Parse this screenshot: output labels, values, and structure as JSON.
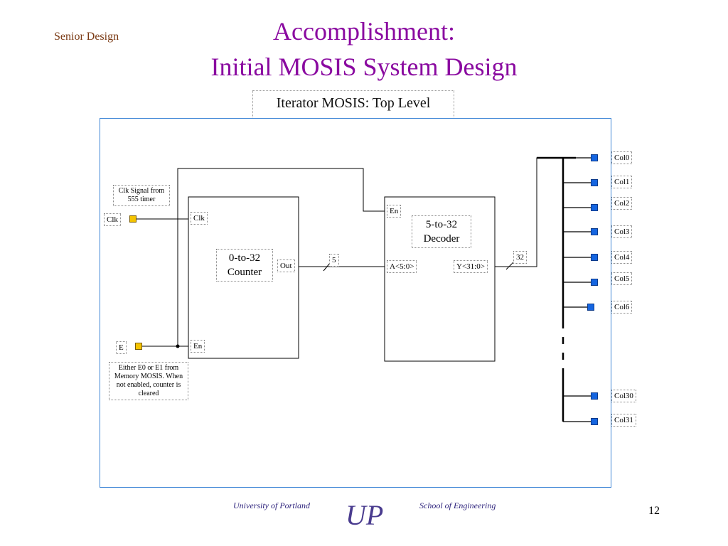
{
  "slide": {
    "header_label": "Senior Design",
    "title_line_1": "Accomplishment:",
    "title_line_2": "Initial MOSIS System Design",
    "page_number": "12"
  },
  "diagram": {
    "title": "Iterator MOSIS: Top Level",
    "clk_note": "Clk Signal from 555 timer",
    "clk_port": "Clk",
    "e_port": "E",
    "e_note": "Either E0 or E1 from Memory MOSIS. When not enabled, counter is cleared",
    "counter": {
      "title": "0-to-32\nCounter",
      "clk_pin": "Clk",
      "en_pin": "En",
      "out_pin": "Out"
    },
    "bus_width_in": "5",
    "decoder": {
      "title": "5-to-32\nDecoder",
      "en_pin": "En",
      "a_pin": "A<5:0>",
      "y_pin": "Y<31:0>"
    },
    "bus_width_out": "32",
    "outputs": [
      "Col0",
      "Col1",
      "Col2",
      "Col3",
      "Col4",
      "Col5",
      "Col6",
      "Col30",
      "Col31"
    ],
    "colors": {
      "frame": "#3f86d6",
      "input_port": "#f5c400",
      "output_port": "#1565e0",
      "title": "#8a0aa0"
    }
  },
  "footer": {
    "university": "University of Portland",
    "logo_text": "UP",
    "school": "School of Engineering"
  }
}
